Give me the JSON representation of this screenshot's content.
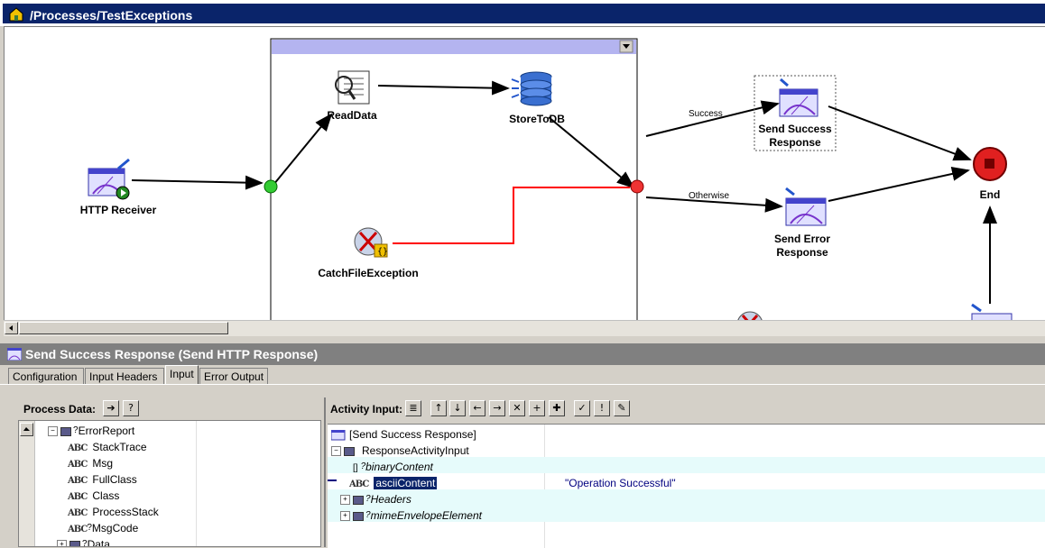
{
  "window": {
    "title": "/Processes/TestExceptions"
  },
  "canvas": {
    "nodes": {
      "http_receiver": "HTTP Receiver",
      "read_data": "ReadData",
      "store_to_db": "StoreToDB",
      "catch_file_exception": "CatchFileException",
      "send_success_response": [
        "Send Success",
        "Response"
      ],
      "send_error_response": [
        "Send Error",
        "Response"
      ],
      "end": "End"
    },
    "transitions": {
      "success": "Success",
      "otherwise": "Otherwise"
    }
  },
  "panel": {
    "title": "Send Success Response (Send HTTP Response)"
  },
  "tabs": [
    {
      "label": "Configuration",
      "active": false
    },
    {
      "label": "Input Headers",
      "active": false
    },
    {
      "label": "Input",
      "active": true
    },
    {
      "label": "Error Output",
      "active": false
    }
  ],
  "process_data": {
    "label": "Process Data:",
    "tree": [
      {
        "name": "ErrorReport",
        "optional": true,
        "type": "complex",
        "expanded": true,
        "level": 0
      },
      {
        "name": "StackTrace",
        "type": "string",
        "level": 1
      },
      {
        "name": "Msg",
        "type": "string",
        "level": 1
      },
      {
        "name": "FullClass",
        "type": "string",
        "level": 1
      },
      {
        "name": "Class",
        "type": "string",
        "level": 1
      },
      {
        "name": "ProcessStack",
        "type": "string",
        "level": 1
      },
      {
        "name": "MsgCode",
        "optional": true,
        "type": "string",
        "level": 1
      },
      {
        "name": "Data",
        "optional": true,
        "type": "complex",
        "expanded": false,
        "level": 1
      }
    ]
  },
  "activity_input": {
    "label": "Activity Input:",
    "rows": [
      {
        "name": "[Send Success Response]",
        "value": ""
      },
      {
        "name": "ResponseActivityInput",
        "value": ""
      },
      {
        "name": "binaryContent",
        "value": ""
      },
      {
        "name": "asciiContent",
        "value": "\"Operation Successful\""
      },
      {
        "name": "Headers",
        "value": ""
      },
      {
        "name": "mimeEnvelopeElement",
        "value": ""
      }
    ]
  },
  "colors": {
    "title_bar": "#0a246a",
    "error_path": "#ff0000",
    "group_header": "#b4b4f0",
    "selected": "#0a246a"
  }
}
